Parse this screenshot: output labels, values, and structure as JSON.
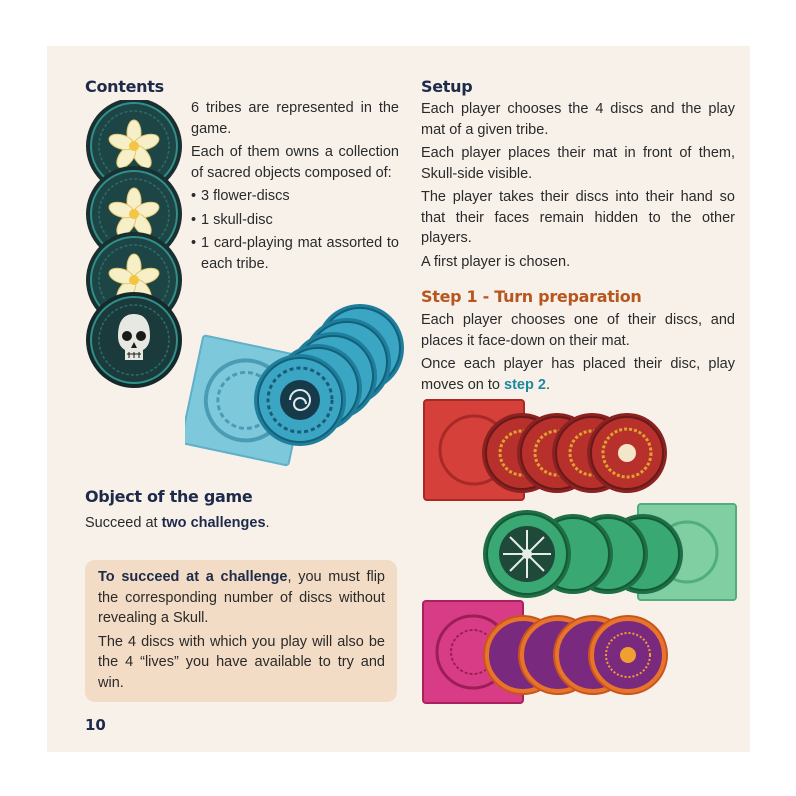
{
  "page_number": "10",
  "contents": {
    "heading": "Contents",
    "p1": "6 tribes are represented in the game.",
    "p2": "Each of them owns a collection of sacred objects composed of:",
    "bullets": [
      "3 flower-discs",
      "1 skull-disc",
      "1 card-playing mat assorted to each tribe."
    ]
  },
  "objective": {
    "heading": "Object of the game",
    "text_pre": "Succeed at ",
    "text_bold": "two challenges",
    "text_post": "."
  },
  "callout": {
    "bold": "To succeed at a challenge",
    "rest": ", you must flip the corresponding number of discs without revealing a Skull.",
    "p2": "The 4 discs with which you play will also be the 4 “lives” you have available to try and win."
  },
  "setup": {
    "heading": "Setup",
    "p1": "Each player chooses the 4 discs and the play mat of a given tribe.",
    "p2": "Each player places their mat in front of them, Skull-side visible.",
    "p3": "The player takes their discs into their hand so that their faces remain hidden to the other players.",
    "p4": "A first player is chosen."
  },
  "step1": {
    "heading": "Step 1 - Turn preparation",
    "p1": "Each player chooses one of their discs, and places it face-down on their mat.",
    "p2_pre": "Once each player has placed their disc, play moves on to ",
    "p2_link": "step 2",
    "p2_post": "."
  },
  "colors": {
    "navy": "#1d2a4a",
    "orange_heading": "#b8561f",
    "teal_link": "#1d88a0",
    "callout_bg": "#f2dcc5",
    "page_bg": "#f7f1ea",
    "disc_dark": "#1e3c3e",
    "blue_tribe": "#3aa6c4",
    "red_tribe": "#c8302c",
    "green_tribe": "#3aa872",
    "pink_tribe": "#d6327e"
  },
  "illustrations": {
    "stack_discs": [
      "flower-disc",
      "flower-disc",
      "flower-disc",
      "skull-disc"
    ],
    "tribes": [
      "blue-tribe",
      "red-tribe",
      "green-tribe",
      "pink-tribe"
    ]
  }
}
